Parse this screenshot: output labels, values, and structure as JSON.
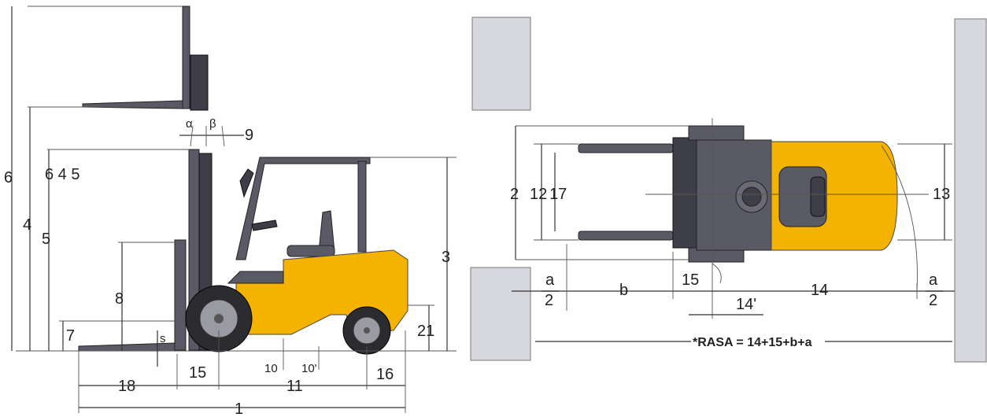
{
  "side_view": {
    "dims": {
      "d1": "1",
      "d3": "3",
      "d4": "4",
      "d5": "5",
      "d6": "6",
      "d7": "7",
      "d8": "8",
      "d9": "9",
      "d10": "10",
      "d10b": "10'",
      "d11": "11",
      "d15": "15",
      "d16": "16",
      "d18": "18",
      "d21": "21",
      "s": "s",
      "alpha": "α",
      "beta": "β"
    },
    "note": "6 4 5"
  },
  "top_view": {
    "dims": {
      "d2": "2",
      "d12": "12",
      "d17": "17",
      "d13": "13",
      "d15": "15",
      "d14": "14",
      "d14b": "14'",
      "a_left": "a",
      "two_left": "2",
      "b": "b",
      "a_right": "a",
      "two_right": "2"
    },
    "rasa": "*RASA = 14+15+b+a"
  },
  "colors": {
    "body": "#f3b300",
    "frame": "#5a5a66",
    "wall": "#d7d8de"
  }
}
